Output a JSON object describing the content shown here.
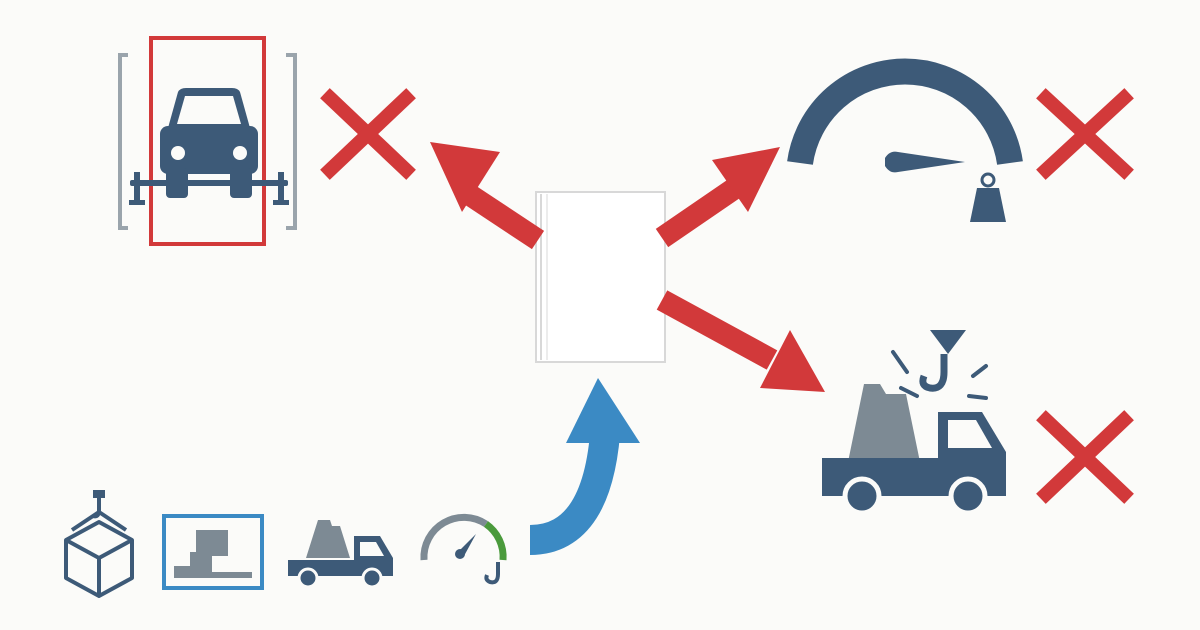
{
  "colors": {
    "background": "#fbfbf9",
    "navy": "#3d5a78",
    "slate": "#7d8a94",
    "red": "#d2393a",
    "blue": "#3b8ac4",
    "green": "#4a9a3c",
    "frame_gray": "#9aa4ac",
    "document_edge": "#d8d8d8"
  },
  "center": {
    "document": "blank-document-icon"
  },
  "arrows": [
    {
      "name": "arrow-to-lift-bay",
      "color": "red",
      "direction": "up-left"
    },
    {
      "name": "arrow-to-load-gauge",
      "color": "red",
      "direction": "up-right"
    },
    {
      "name": "arrow-to-crane-truck",
      "color": "red",
      "direction": "down-right"
    },
    {
      "name": "arrow-from-source-icons",
      "color": "blue",
      "direction": "up"
    }
  ],
  "outcomes": [
    {
      "icon": "car-lift-bay-icon",
      "status": "rejected",
      "marker": "red-x-icon"
    },
    {
      "icon": "load-gauge-icon",
      "status": "rejected",
      "marker": "red-x-icon"
    },
    {
      "icon": "crane-truck-icon",
      "status": "rejected",
      "marker": "red-x-icon"
    }
  ],
  "source_icons": [
    "crane-hook-box-icon",
    "stair-step-frame-icon",
    "cargo-truck-icon",
    "gauge-hook-icon"
  ]
}
